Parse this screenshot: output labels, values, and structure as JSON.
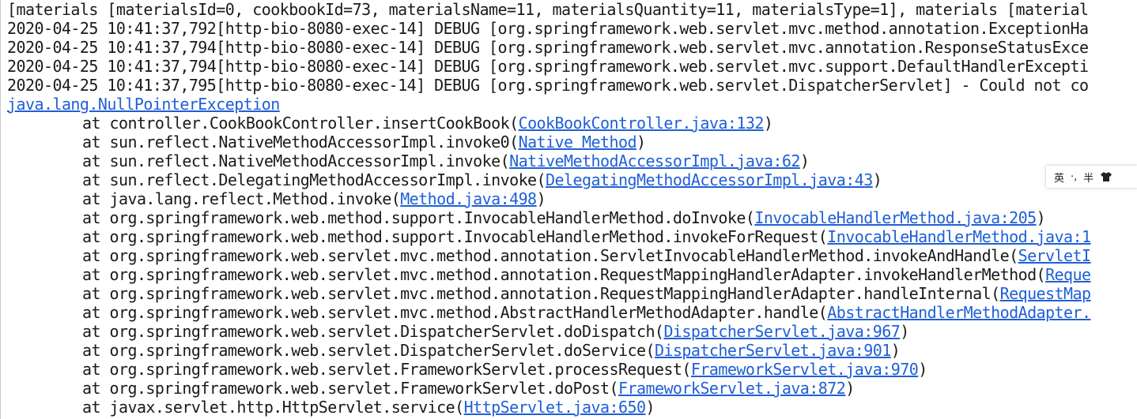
{
  "log_lines": [
    {
      "text": "[materials [materialsId=0, cookbookId=73, materialsName=11, materialsQuantity=11, materialsType=1], materials [material"
    },
    {
      "text": "2020-04-25 10:41:37,792[http-bio-8080-exec-14] DEBUG [org.springframework.web.servlet.mvc.method.annotation.ExceptionHa"
    },
    {
      "text": "2020-04-25 10:41:37,794[http-bio-8080-exec-14] DEBUG [org.springframework.web.servlet.mvc.annotation.ResponseStatusExce"
    },
    {
      "text": "2020-04-25 10:41:37,794[http-bio-8080-exec-14] DEBUG [org.springframework.web.servlet.mvc.support.DefaultHandlerExcepti"
    },
    {
      "text": "2020-04-25 10:41:37,795[http-bio-8080-exec-14] DEBUG [org.springframework.web.servlet.DispatcherServlet] - Could not co"
    }
  ],
  "exception": "java.lang.NullPointerException",
  "stack": [
    {
      "prefix": "at controller.CookBookController.insertCookBook(",
      "link": "CookBookController.java:132",
      "suffix": ")"
    },
    {
      "prefix": "at sun.reflect.NativeMethodAccessorImpl.invoke0(",
      "link": "Native Method",
      "suffix": ")"
    },
    {
      "prefix": "at sun.reflect.NativeMethodAccessorImpl.invoke(",
      "link": "NativeMethodAccessorImpl.java:62",
      "suffix": ")"
    },
    {
      "prefix": "at sun.reflect.DelegatingMethodAccessorImpl.invoke(",
      "link": "DelegatingMethodAccessorImpl.java:43",
      "suffix": ")"
    },
    {
      "prefix": "at java.lang.reflect.Method.invoke(",
      "link": "Method.java:498",
      "suffix": ")"
    },
    {
      "prefix": "at org.springframework.web.method.support.InvocableHandlerMethod.doInvoke(",
      "link": "InvocableHandlerMethod.java:205",
      "suffix": ")"
    },
    {
      "prefix": "at org.springframework.web.method.support.InvocableHandlerMethod.invokeForRequest(",
      "link": "InvocableHandlerMethod.java:1",
      "suffix": ""
    },
    {
      "prefix": "at org.springframework.web.servlet.mvc.method.annotation.ServletInvocableHandlerMethod.invokeAndHandle(",
      "link": "ServletI",
      "suffix": ""
    },
    {
      "prefix": "at org.springframework.web.servlet.mvc.method.annotation.RequestMappingHandlerAdapter.invokeHandlerMethod(",
      "link": "Reque",
      "suffix": ""
    },
    {
      "prefix": "at org.springframework.web.servlet.mvc.method.annotation.RequestMappingHandlerAdapter.handleInternal(",
      "link": "RequestMap",
      "suffix": ""
    },
    {
      "prefix": "at org.springframework.web.servlet.mvc.method.AbstractHandlerMethodAdapter.handle(",
      "link": "AbstractHandlerMethodAdapter.",
      "suffix": ""
    },
    {
      "prefix": "at org.springframework.web.servlet.DispatcherServlet.doDispatch(",
      "link": "DispatcherServlet.java:967",
      "suffix": ")"
    },
    {
      "prefix": "at org.springframework.web.servlet.DispatcherServlet.doService(",
      "link": "DispatcherServlet.java:901",
      "suffix": ")"
    },
    {
      "prefix": "at org.springframework.web.servlet.FrameworkServlet.processRequest(",
      "link": "FrameworkServlet.java:970",
      "suffix": ")"
    },
    {
      "prefix": "at org.springframework.web.servlet.FrameworkServlet.doPost(",
      "link": "FrameworkServlet.java:872",
      "suffix": ")"
    },
    {
      "prefix": "at javax.servlet.http.HttpServlet.service(",
      "link": "HttpServlet.java:650",
      "suffix": ")"
    }
  ],
  "ime_toolbar": {
    "lang": "英",
    "punct": "·,",
    "width": "半",
    "skin_icon": "shirt-icon"
  },
  "colors": {
    "text": "#1a1a1a",
    "link": "#1f5fd8",
    "background": "#ffffff"
  }
}
